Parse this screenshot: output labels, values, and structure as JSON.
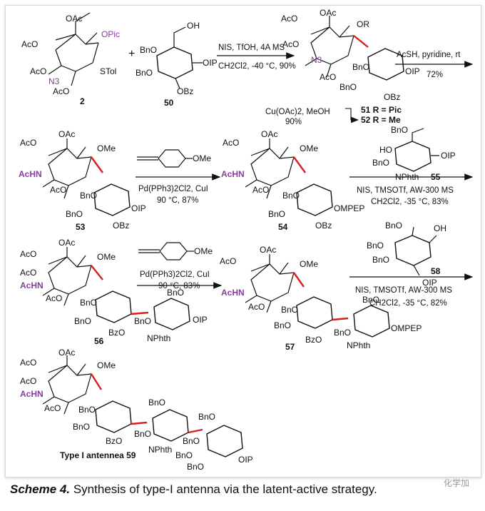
{
  "caption": {
    "label": "Scheme 4.",
    "text": "Synthesis of type-I antenna via the latent-active strategy."
  },
  "watermark": "化学加",
  "row1": {
    "cmpd2": {
      "ac1": "AcO",
      "oac": "OAc",
      "opic": "OPic",
      "aco2": "AcO",
      "n3": "N3",
      "stol": "STol",
      "aco3": "AcO",
      "num": "2"
    },
    "plus": "+",
    "cmpd50": {
      "oh": "OH",
      "bno1": "BnO",
      "bno2": "BnO",
      "oip": "OIP",
      "obz": "OBz",
      "num": "50"
    },
    "arrow1": {
      "above": "NIS, TfOH, 4A MS",
      "below1": "CH2Cl2, -40 °C, 90%"
    },
    "cmpd51": {
      "aco": "AcO",
      "oac": "OAc",
      "or": "OR",
      "aco2": "AcO",
      "n3": "N3",
      "aco3": "AcO",
      "bno": "BnO",
      "bno2": "BnO",
      "oip": "OIP",
      "obz": "OBz"
    },
    "legend": {
      "l51": "51 R = Pic",
      "l52": "52 R = Me",
      "cond1": "Cu(OAc)2, MeOH",
      "cond2": "90%"
    },
    "arrow2": {
      "above": "AcSH, pyridine, rt",
      "below": "72%"
    }
  },
  "row2": {
    "cmpd53": {
      "aco": "AcO",
      "oac": "OAc",
      "ome": "OMe",
      "achn": "AcHN",
      "aco2": "AcO",
      "bno": "BnO",
      "bno2": "BnO",
      "oip": "OIP",
      "obz": "OBz",
      "num": "53"
    },
    "arrow3": {
      "reagent": "OMe",
      "cond1": "Pd(PPh3)2Cl2, CuI",
      "cond2": "90 °C, 87%"
    },
    "cmpd54": {
      "aco": "AcO",
      "oac": "OAc",
      "ome": "OMe",
      "achn": "AcHN",
      "aco2": "AcO",
      "bno": "BnO",
      "bno2": "BnO",
      "ompep": "OMPEP",
      "obz": "OBz",
      "num": "54"
    },
    "cmpd55": {
      "bno": "BnO",
      "ho": "HO",
      "bno2": "BnO",
      "oip": "OIP",
      "nphth": "NPhth",
      "num": "55"
    },
    "arrow4": {
      "cond1": "NIS, TMSOTf, AW-300 MS",
      "cond2": "CH2Cl2, -35 °C, 83%"
    }
  },
  "row3": {
    "cmpd56": {
      "aco": "AcO",
      "oac": "OAc",
      "ome": "OMe",
      "aco1": "AcO",
      "achn": "AcHN",
      "aco2": "AcO",
      "bno": "BnO",
      "bno2": "BnO",
      "bzo": "BzO",
      "bno3": "BnO",
      "bno4": "BnO",
      "oip": "OIP",
      "nphth": "NPhth",
      "num": "56"
    },
    "arrow5": {
      "reagent": "OMe",
      "cond1": "Pd(PPh3)2Cl2, CuI",
      "cond2": "90 °C, 83%"
    },
    "cmpd57": {
      "aco": "AcO",
      "oac": "OAc",
      "ome": "OMe",
      "achn": "AcHN",
      "aco2": "AcO",
      "bno": "BnO",
      "bno2": "BnO",
      "bzo": "BzO",
      "bno3": "BnO",
      "bno4": "BnO",
      "ompep": "OMPEP",
      "nphth": "NPhth",
      "num": "57"
    },
    "cmpd58": {
      "bno": "BnO",
      "oh": "OH",
      "bno2": "BnO",
      "bno3": "BnO",
      "oip": "OIP",
      "num": "58"
    },
    "arrow6": {
      "cond1": "NIS, TMSOTf, AW-300 MS",
      "cond2": "CH2Cl2, -35 °C, 82%"
    }
  },
  "row4": {
    "cmpd59": {
      "aco": "AcO",
      "oac": "OAc",
      "ome": "OMe",
      "aco1": "AcO",
      "achn": "AcHN",
      "aco2": "AcO",
      "bno": "BnO",
      "bno2": "BnO",
      "bzo": "BzO",
      "bno3": "BnO",
      "bno4": "BnO",
      "nphth": "NPhth",
      "bno5": "BnO",
      "bno6": "BnO",
      "bno7": "BnO",
      "bno8": "BnO",
      "oip": "OIP",
      "label": "Type I antennea 59"
    }
  }
}
